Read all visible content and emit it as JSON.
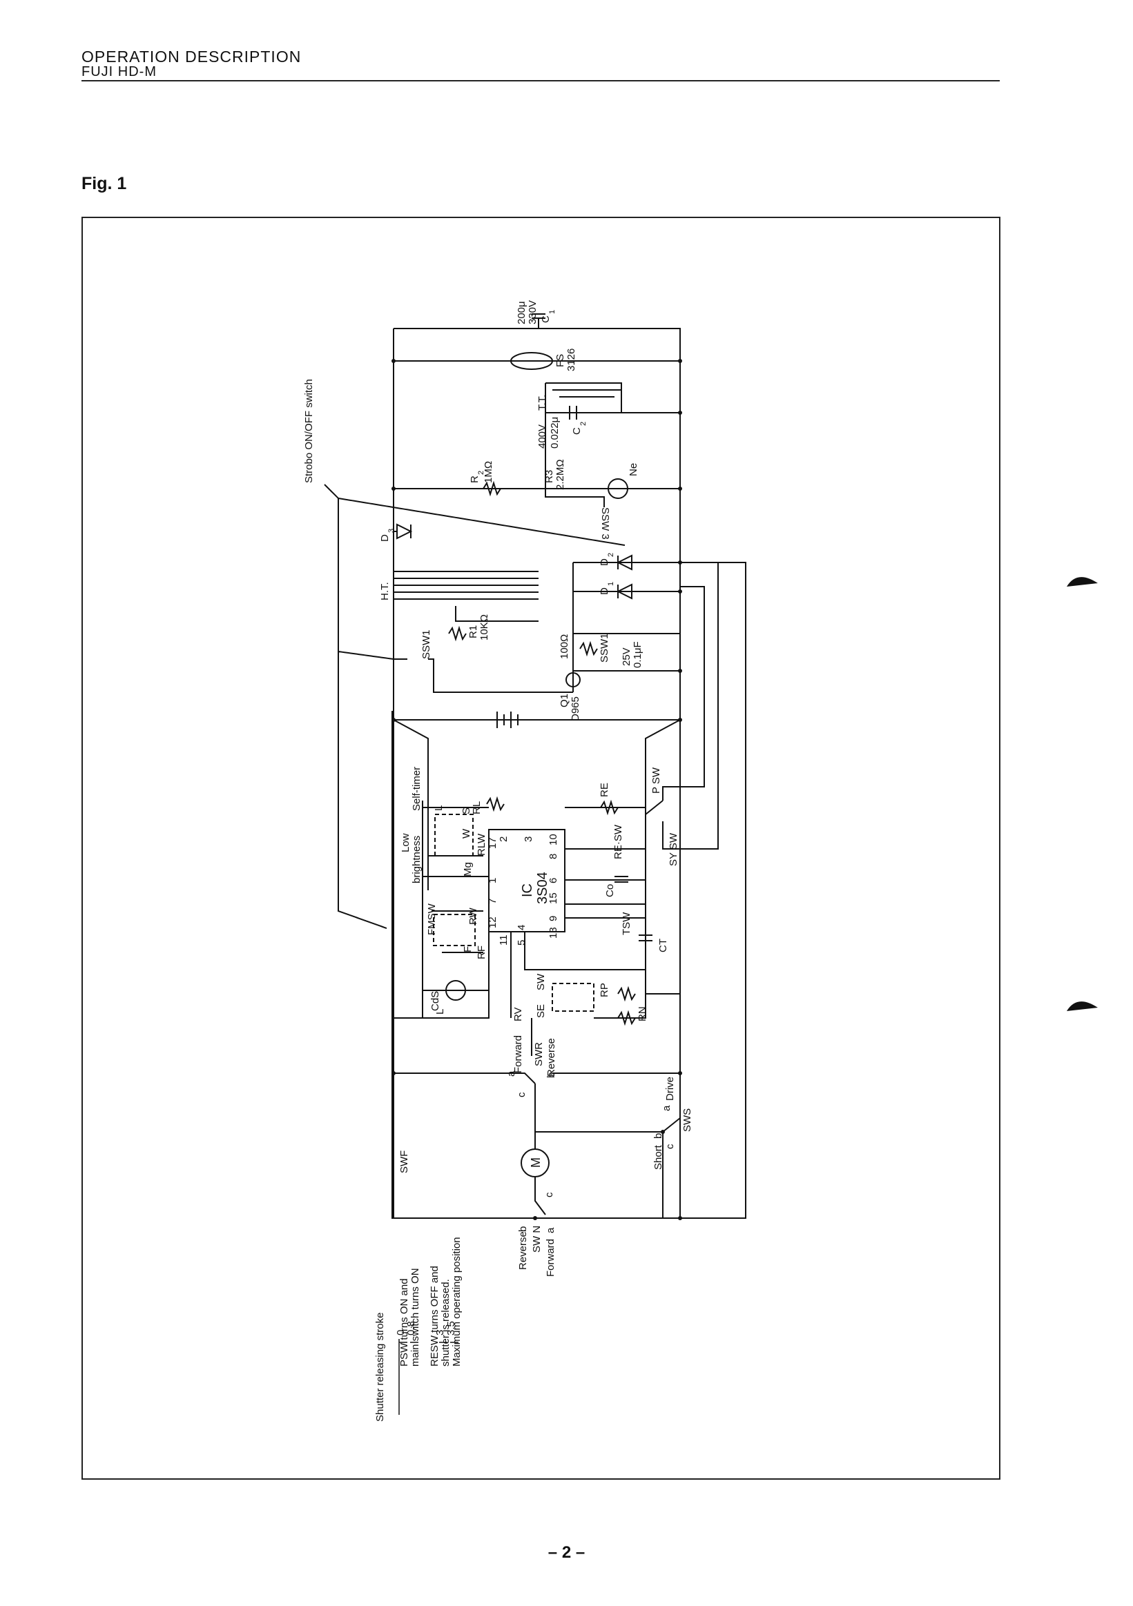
{
  "header": {
    "title": "OPERATION DESCRIPTION",
    "subtitle": "FUJI HD-M"
  },
  "figure": {
    "label": "Fig. 1"
  },
  "schematic": {
    "top": {
      "c1_cap": "200μ",
      "c1_volt": "330V",
      "c1_name": "C",
      "c1_sub": "1",
      "fs_name": "FS",
      "fs_part": "3126",
      "tt": "T.T.",
      "c2_volt": "400V",
      "c2_cap": "0.022μ",
      "c2_name": "C",
      "c2_sub": "2",
      "r3_name": "R3",
      "r3_value": "2.2MΩ",
      "r2_name": "R",
      "r2_sub": "2",
      "r2_value": "1MΩ",
      "ne": "Ne",
      "ssw3": "SSW 3",
      "strobo_switch": "Strobo ON/OFF switch",
      "d3_name": "D",
      "d3_sub": "3",
      "d2_name": "D",
      "d2_sub": "2",
      "d1_name": "D",
      "d1_sub": "1",
      "ht": "H.T.",
      "r1_name": "R1",
      "r1_value": "10KΩ",
      "ssw1_left": "SSW1",
      "r100": "100Ω",
      "ssw1_right": "SSW1",
      "cap_25v": "25V",
      "cap_01": "0.1μF",
      "q1": "Q1",
      "q1_part": "D965"
    },
    "ic": {
      "name": "IC",
      "part": "3S04",
      "pins": {
        "p17": "17",
        "p2": "2",
        "p3": "3",
        "p10": "10",
        "p8": "8",
        "p1": "1",
        "p6": "6",
        "p7": "7",
        "p15": "15",
        "p12": "12",
        "p11": "11",
        "p4": "4",
        "p5": "5",
        "p13": "13",
        "p9": "9"
      }
    },
    "middle": {
      "psw": "P SW",
      "re": "RE",
      "resw": "RE·SW",
      "co": "Co",
      "sysw": "SY SW",
      "tsw": "TSW",
      "ct": "CT",
      "rp": "RP",
      "rn": "RN",
      "sw": "SW",
      "se": "SE",
      "low_brightness_1": "Low",
      "low_brightness_2": "brightness",
      "self_timer": "Self-timer",
      "l_top": "L",
      "s": "S",
      "rl": "RL",
      "w": "W",
      "rlw": "RLW",
      "mg": "Mg",
      "fmsw": "FMSW",
      "rw": "RW",
      "f": "F",
      "rf": "RF",
      "cds": "CdS",
      "l_bottom": "L",
      "rv": "RV",
      "forward_top": "Forward",
      "reverse_top": "Reverse",
      "swr": "SWR",
      "a_top": "a",
      "b_top": "b",
      "c_top": "c"
    },
    "bottom": {
      "swf": "SWF",
      "motor": "M",
      "c_motor": "c",
      "drive": "Drive",
      "short": "Short",
      "sws": "SWS",
      "a_sws": "a",
      "b_sws": "b",
      "c_sws": "c",
      "reverse": "Reverse",
      "b_swn": "b",
      "swn": "SW N",
      "forward": "Forward",
      "a_swn": "a"
    },
    "legend": {
      "title": "Shutter releasing stroke",
      "s0": "0",
      "s08": "0.8",
      "s3": "3",
      "s35": "3.5",
      "psw_line1": "PSW turns ON and",
      "psw_line2": "main switch turns ON",
      "resw_line1": "RESW turns OFF and",
      "resw_line2": "shutter is released.",
      "max_line": "Maximum operating position"
    }
  },
  "page": {
    "number": "– 2 –"
  }
}
